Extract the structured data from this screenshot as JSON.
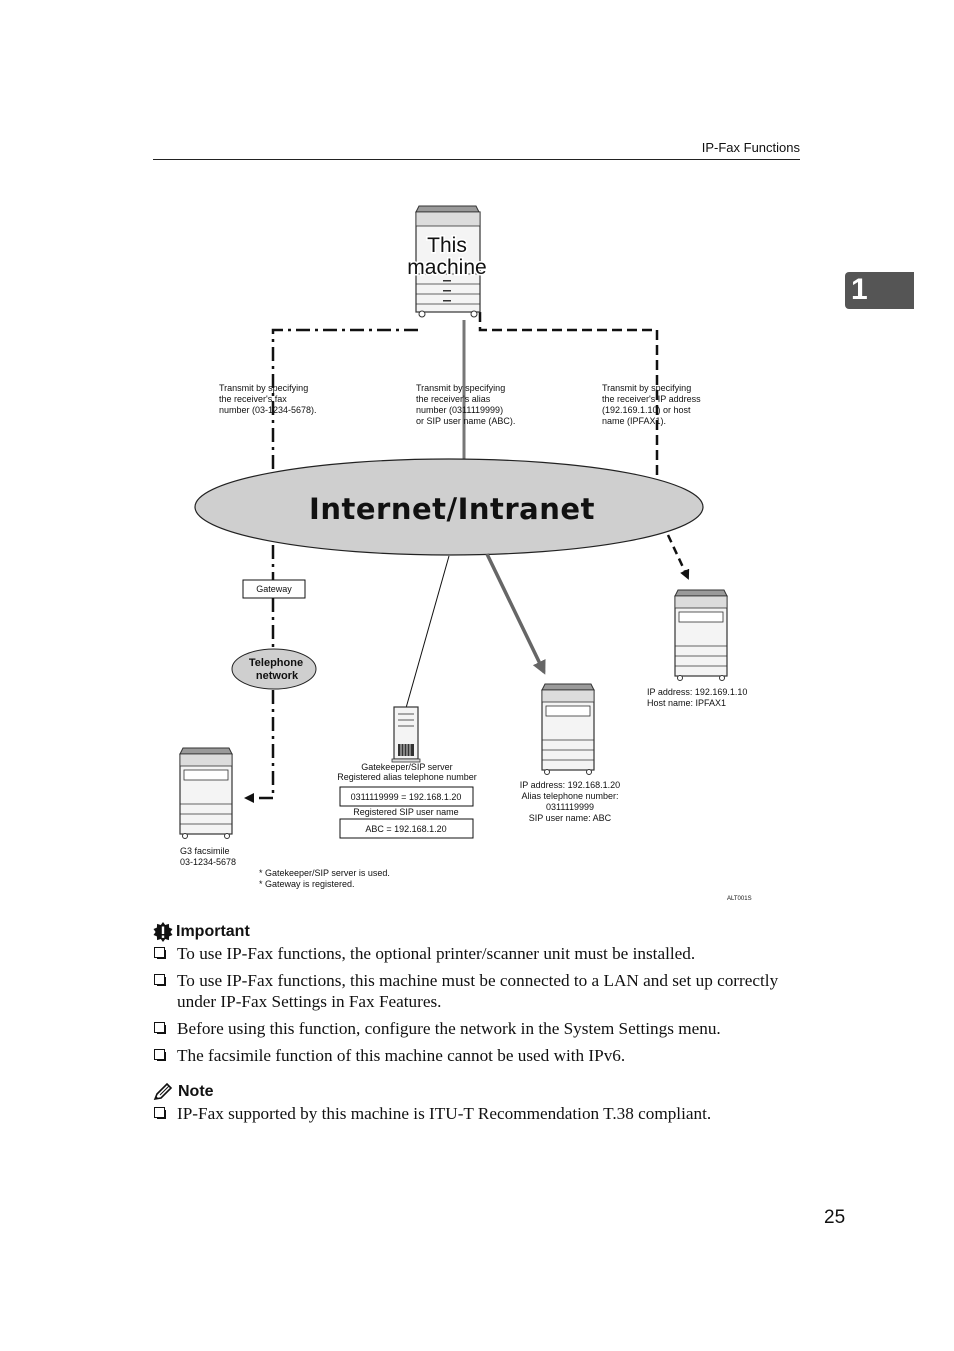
{
  "header": {
    "running_title": "IP-Fax Functions"
  },
  "chapter_tab": "1",
  "diagram": {
    "this_machine_line1": "This",
    "this_machine_line2": "machine",
    "network_label": "Internet/Intranet",
    "transmit_fax": [
      "Transmit by specifying",
      "the receiver's fax",
      "number (03-1234-5678)."
    ],
    "transmit_alias": [
      "Transmit by specifying",
      "the receiver's alias",
      "number (0311119999)",
      "or SIP user name (ABC)."
    ],
    "transmit_ip": [
      "Transmit by specifying",
      "the receiver's IP address",
      "(192.169.1.10) or host",
      "name (IPFAX1)."
    ],
    "gateway": "Gateway",
    "telephone_network": [
      "Telephone",
      "network"
    ],
    "g3_facsimile": [
      "G3 facsimile",
      "03-1234-5678"
    ],
    "gatekeeper": [
      "Gatekeeper/SIP server",
      "Registered alias telephone number"
    ],
    "alias_entry": "0311119999 = 192.168.1.20",
    "sip_label": "Registered SIP user name",
    "sip_entry": "ABC = 192.168.1.20",
    "receiver_alias": [
      "IP address: 192.168.1.20",
      "Alias telephone number:",
      "0311119999",
      "SIP user name: ABC"
    ],
    "receiver_ip": [
      "IP address: 192.169.1.10",
      "Host name: IPFAX1"
    ],
    "footnotes": [
      "* Gatekeeper/SIP server is used.",
      "* Gateway is registered."
    ],
    "figure_code": "ALT001S"
  },
  "important": {
    "heading": "Important",
    "items": [
      "To use IP-Fax functions, the optional printer/scanner unit must be installed.",
      "To use IP-Fax functions, this machine must be connected to a LAN and set up correctly under IP-Fax Settings in Fax Features.",
      "Before using this function, configure the network in the System Settings menu.",
      "The facsimile function of this machine cannot be used with IPv6."
    ]
  },
  "note": {
    "heading": "Note",
    "items": [
      "IP-Fax supported by this machine is ITU-T Recommendation T.38 compliant."
    ]
  },
  "page_number": "25"
}
